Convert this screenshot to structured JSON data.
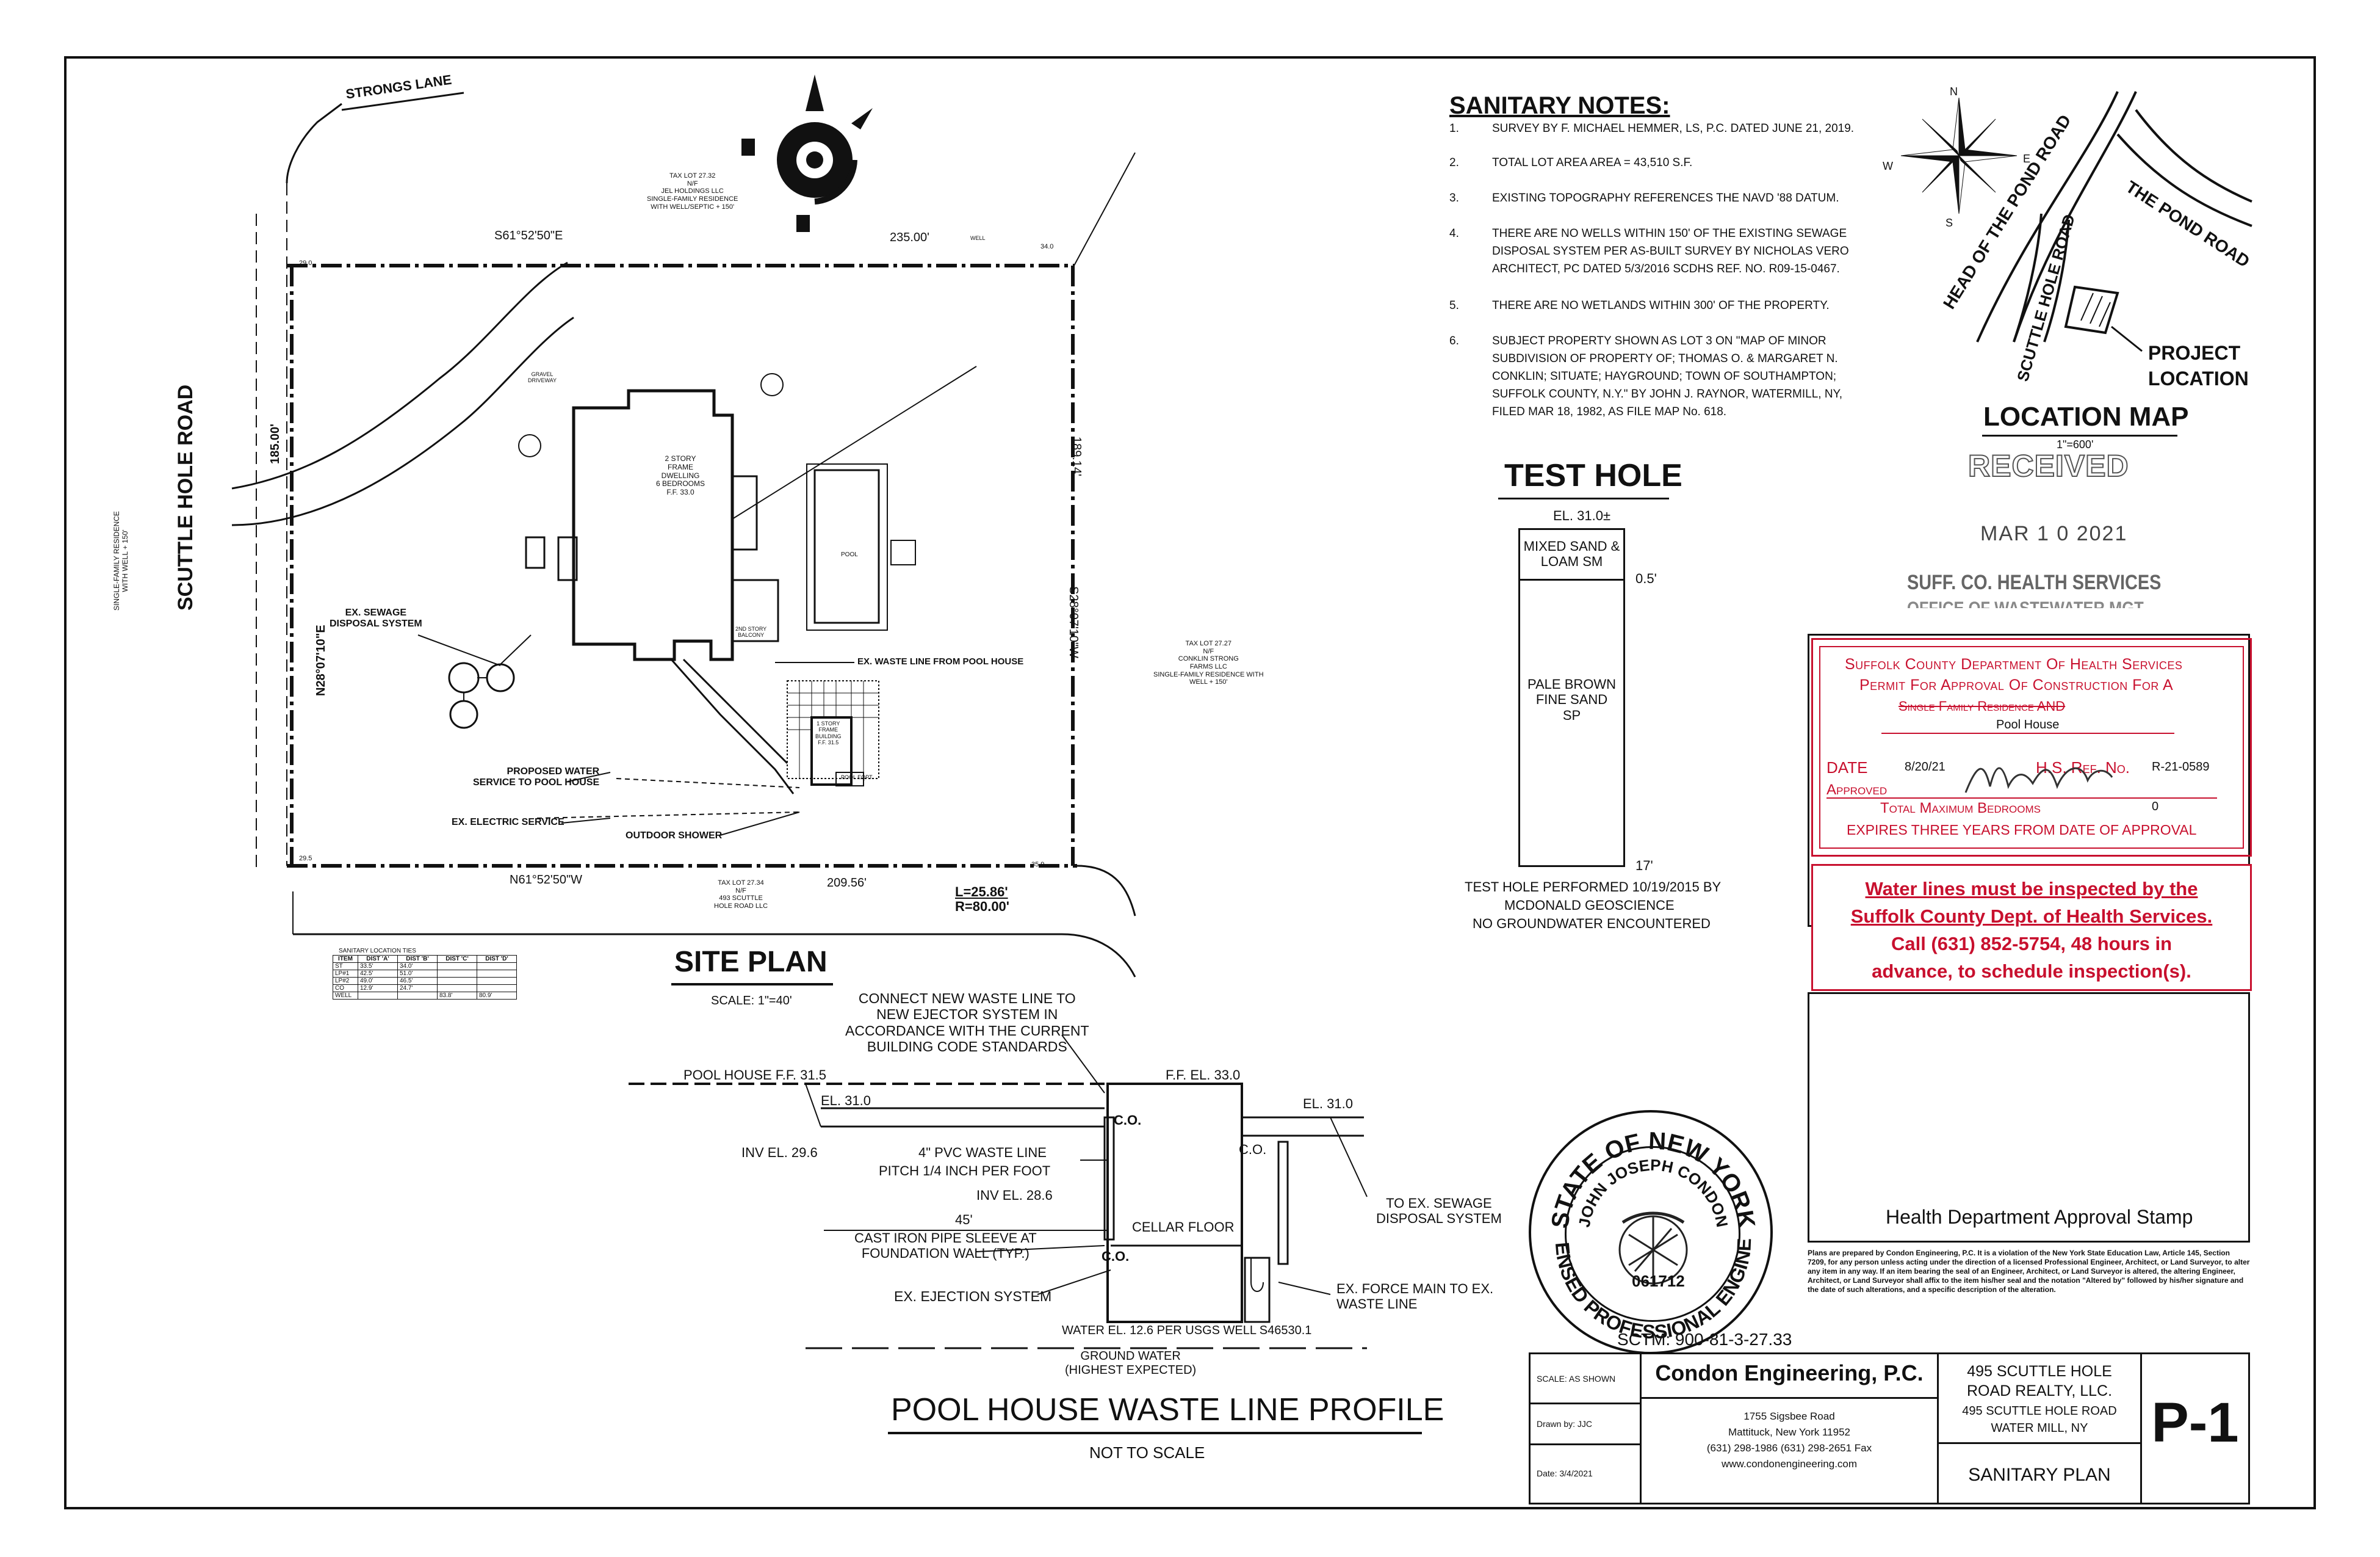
{
  "sanitary_notes": {
    "heading": "SANITARY NOTES:",
    "items": [
      {
        "num": "1.",
        "text": "SURVEY BY F. MICHAEL HEMMER, LS, P.C. DATED JUNE 21, 2019."
      },
      {
        "num": "2.",
        "text": "TOTAL LOT AREA AREA = 43,510 S.F."
      },
      {
        "num": "3.",
        "text": "EXISTING TOPOGRAPHY REFERENCES THE NAVD '88 DATUM."
      },
      {
        "num": "4.",
        "text": "THERE ARE NO WELLS WITHIN 150' OF THE EXISTING SEWAGE\nDISPOSAL SYSTEM PER AS-BUILT SURVEY BY NICHOLAS VERO\nARCHITECT, PC DATED 5/3/2016 SCDHS REF. NO. R09-15-0467."
      },
      {
        "num": "5.",
        "text": "THERE ARE NO WETLANDS WITHIN 300' OF THE PROPERTY."
      },
      {
        "num": "6.",
        "text": "SUBJECT PROPERTY SHOWN AS LOT 3 ON \"MAP OF MINOR\nSUBDIVISION OF PROPERTY OF; THOMAS O. & MARGARET N.\nCONKLIN; SITUATE; HAYGROUND; TOWN OF SOUTHAMPTON;\nSUFFOLK COUNTY, N.Y.\" BY JOHN J. RAYNOR, WATERMILL, NY,\nFILED MAR 18, 1982, AS FILE MAP No. 618."
      }
    ]
  },
  "location_map": {
    "title": "LOCATION MAP",
    "scale": "1\"=600'",
    "roads": [
      "HEAD OF THE POND ROAD",
      "THE POND ROAD",
      "SCUTTLE HOLE ROAD"
    ],
    "project_label_1": "PROJECT",
    "project_label_2": "LOCATION",
    "compass": {
      "n": "N",
      "s": "S",
      "e": "E",
      "w": "W"
    }
  },
  "received_stamp": {
    "word": "RECEIVED",
    "date": "MAR 1 0 2021",
    "line1": "SUFF. CO. HEALTH SERVICES",
    "line2": "OFFICE OF WASTEWATER MGT"
  },
  "permit": {
    "line1": "Suffolk County Department Of Health Services",
    "line2": "Permit For Approval Of Construction For A",
    "struck": "Single Family Residence AND",
    "use": "Pool House",
    "date_label": "DATE",
    "date_value": "8/20/21",
    "ref_label": "H.S. Ref. No.",
    "ref_value": "R-21-0589",
    "approved_label": "Approved",
    "bedrooms_label": "Total Maximum Bedrooms",
    "bedrooms_value": "0",
    "expires": "EXPIRES THREE YEARS FROM DATE OF APPROVAL",
    "color": "#c8102e"
  },
  "water_notice": {
    "line1": "Water lines must be inspected by the",
    "line2": "Suffolk County Dept. of Health Services.",
    "line3": "Call (631) 852-5754, 48 hours in",
    "line4": "advance, to schedule inspection(s)."
  },
  "approval_stamp_label": "Health Department Approval Stamp",
  "legal_text": "Plans are prepared by Condon Engineering, P.C. It is a violation of the New York State Education Law, Article 145, Section 7209, for any person unless acting under the direction of a licensed Professional Engineer, Architect, or Land Surveyor, to alter any item in any way. If an item bearing the seal of an Engineer, Architect, or Land Surveyor is altered, the altering Engineer, Architect, or Land Surveyor shall affix to the item his/her seal and the notation \"Altered by\" followed by his/her signature and the date of such alterations, and a specific description of the alteration.",
  "test_hole": {
    "title": "TEST HOLE",
    "elevation": "EL. 31.0±",
    "layer1": "MIXED SAND &\nLOAM SM",
    "depth1": "0.5'",
    "layer2": "PALE BROWN\nFINE SAND\nSP",
    "depth2": "17'",
    "note1": "TEST HOLE PERFORMED 10/19/2015 BY",
    "note2": "MCDONALD GEOSCIENCE",
    "note3": "NO GROUNDWATER ENCOUNTERED"
  },
  "seal": {
    "state": "STATE OF NEW YORK",
    "name": "JOHN JOSEPH CONDON",
    "license": "LICENSED PROFESSIONAL ENGINEER",
    "number": "061712",
    "sctm": "SCTM: 900-81-3-27.33"
  },
  "title_block": {
    "scale": "SCALE: AS SHOWN",
    "drawn": "Drawn by: JJC",
    "date": "Date: 3/4/2021",
    "company": "Condon Engineering, P.C.",
    "address1": "1755 Sigsbee Road",
    "address2": "Mattituck, New York 11952",
    "phone": "(631) 298-1986 (631) 298-2651 Fax",
    "web": "www.condonengineering.com",
    "owner1": "495 SCUTTLE HOLE",
    "owner2": "ROAD REALTY, LLC.",
    "owner3": "495 SCUTTLE HOLE ROAD",
    "owner4": "WATER MILL, NY",
    "sheet_title": "SANITARY PLAN",
    "sheet_no": "P-1"
  },
  "site_plan": {
    "title": "SITE PLAN",
    "scale": "SCALE: 1\"=40'",
    "strongs_lane": "STRONGS LANE",
    "scuttle_road": "SCUTTLE HOLE ROAD",
    "bearing_top": "S61°52'50\"E",
    "dist_top": "235.00'",
    "bearing_bottom": "N61°52'50\"W",
    "dist_bottom": "209.56'",
    "bearing_left": "N28°07'10\"E",
    "dist_left": "185.00'",
    "bearing_right": "S28°07'10\"W",
    "dist_right": "189.14'",
    "curve_l": "L=25.86'",
    "curve_r": "R=80.00'",
    "tax_lot_top": "TAX LOT 27.32\nN/F\nJEL HOLDINGS LLC\nSINGLE-FAMILY RESIDENCE\nWITH WELL/SEPTIC + 150'",
    "tax_lot_right": "TAX LOT 27.27\nN/F\nCONKLIN STRONG\nFARMS LLC\nSINGLE-FAMILY RESIDENCE WITH\nWELL + 150'",
    "tax_lot_bottom": "TAX LOT 27.34\nN/F\n493 SCUTTLE\nHOLE ROAD LLC",
    "left_residence": "SINGLE-FAMILY RESIDENCE\nWITH WELL + 150'",
    "dwelling": "2 STORY\nFRAME\nDWELLING\n6 BEDROOMS\nF.F. 33.0",
    "pool": "POOL",
    "pool_house": "1 STORY\nFRAME\nBUILDING\nF.F. 31.5",
    "balcony": "2ND STORY\nBALCONY",
    "ex_sewage": "EX. SEWAGE\nDISPOSAL SYSTEM",
    "ex_waste_line": "EX. WASTE LINE FROM POOL HOUSE",
    "proposed_water": "PROPOSED WATER\nSERVICE TO POOL HOUSE",
    "ex_electric": "EX. ELECTRIC SERVICE",
    "outdoor_shower": "OUTDOOR SHOWER",
    "gravel": "GRAVEL\nDRIVEWAY",
    "well": "WELL",
    "pool_eqpt": "POOL EQPT",
    "corner_29": "29.0",
    "corner_34": "34.0",
    "corner_295": "29.5",
    "corner_359": "35.9"
  },
  "location_table": {
    "title": "SANITARY LOCATION TIES",
    "headers": [
      "ITEM",
      "DIST 'A'",
      "DIST 'B'",
      "DIST 'C'",
      "DIST 'D'"
    ],
    "rows": [
      [
        "ST",
        "33.5'",
        "34.0'",
        "",
        ""
      ],
      [
        "LP#1",
        "42.5'",
        "51.0'",
        "",
        ""
      ],
      [
        "LP#2",
        "49.0'",
        "46.5'",
        "",
        ""
      ],
      [
        "CO",
        "12.9'",
        "24.7'",
        "",
        ""
      ],
      [
        "WELL",
        "",
        "",
        "83.8'",
        "80.9'"
      ]
    ]
  },
  "profile": {
    "title": "POOL HOUSE WASTE LINE PROFILE",
    "subtitle": "NOT TO SCALE",
    "connect_note": "CONNECT NEW WASTE LINE TO\nNEW EJECTOR SYSTEM IN\nACCORDANCE WITH THE CURRENT\nBUILDING CODE STANDARDS",
    "pool_house_ff": "POOL HOUSE F.F. 31.5",
    "ff_33": "F.F. EL. 33.0",
    "el_31_left": "EL. 31.0",
    "el_31_right": "EL. 31.0",
    "inv_296": "INV EL. 29.6",
    "pvc": "4\" PVC WASTE LINE",
    "pitch": "PITCH 1/4 INCH PER FOOT",
    "inv_286": "INV EL. 28.6",
    "len": "45'",
    "cast_iron": "CAST IRON PIPE SLEEVE AT\nFOUNDATION WALL (TYP.)",
    "cellar": "CELLAR FLOOR",
    "co1": "C.O.",
    "co2": "C.O.",
    "co3": "C.O.",
    "to_ex_sewage": "TO EX. SEWAGE\nDISPOSAL SYSTEM",
    "ex_force_main": "EX. FORCE MAIN TO EX.\nWASTE LINE",
    "ex_ejection": "EX. EJECTION SYSTEM",
    "water_el": "WATER EL. 12.6 PER USGS WELL S46530.1",
    "groundwater": "GROUND WATER\n(HIGHEST EXPECTED)"
  }
}
